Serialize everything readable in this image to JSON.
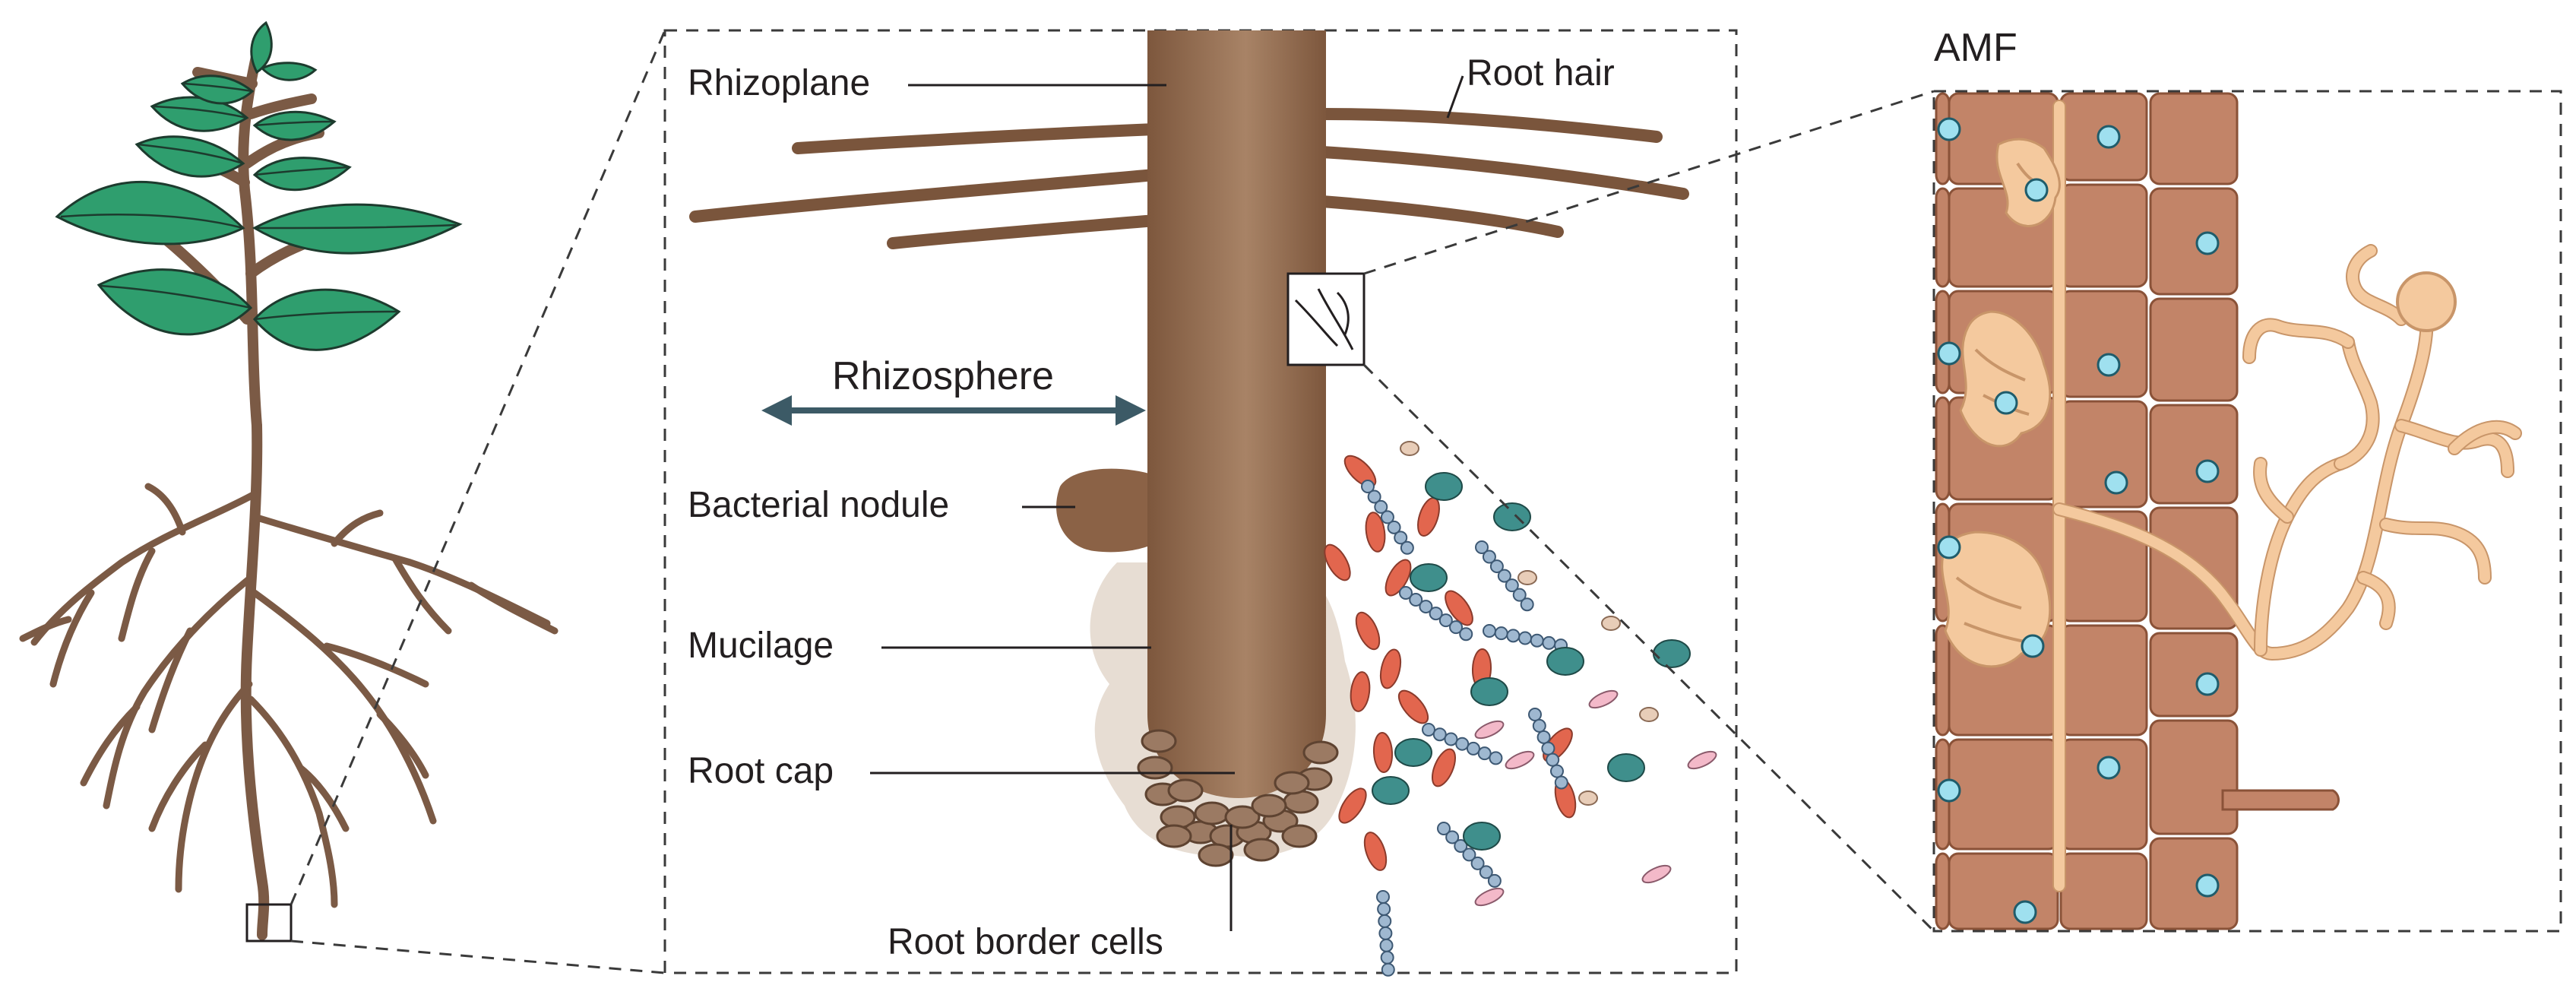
{
  "labels": {
    "rhizoplane": "Rhizoplane",
    "root_hair": "Root hair",
    "rhizosphere": "Rhizosphere",
    "bacterial_nodule": "Bacterial nodule",
    "mucilage": "Mucilage",
    "root_cap": "Root cap",
    "root_border_cells": "Root border cells",
    "amf": "AMF"
  },
  "colors": {
    "root": "#8b6246",
    "leaf": "#2f9e6e",
    "cortex_cell": "#c28468",
    "fungal_hypha": "#f4c99e",
    "nucleus": "#9fe0ef",
    "rhizosphere_arrow": "#3c5a66",
    "bacteria_red": "#e2664e",
    "bacteria_blue": "#9fb8d0",
    "bacteria_teal": "#3f8f8c"
  }
}
